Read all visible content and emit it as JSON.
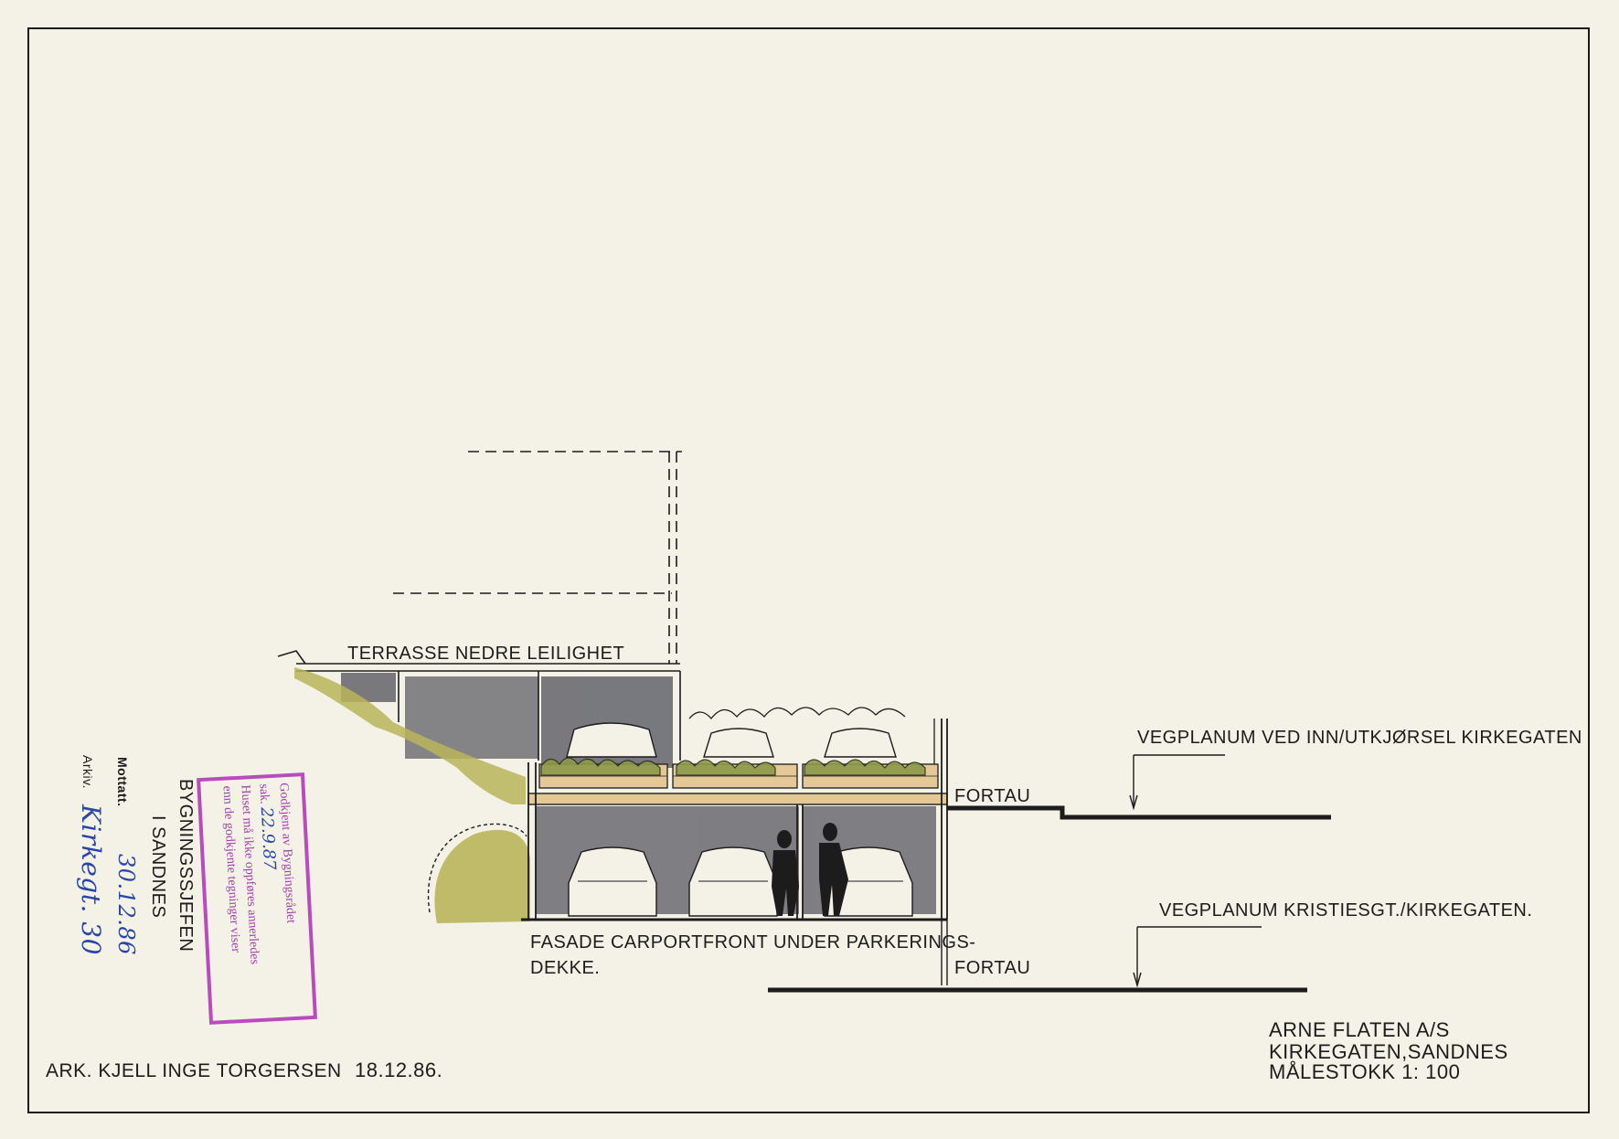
{
  "drawing": {
    "terrace_label": "TERRASSE NEDRE LEILIGHET",
    "road_label_upper": "VEGPLANUM VED INN/UTKJØRSEL KIRKEGATEN",
    "road_label_lower": "VEGPLANUM KRISTIESGT./KIRKEGATEN.",
    "sidewalk_upper": "FORTAU",
    "sidewalk_lower": "FORTAU",
    "facade_line1": "FASADE CARPORTFRONT UNDER PARKERINGS-",
    "facade_line2": "DEKKE."
  },
  "title_block": {
    "client_line1": "ARNE  FLATEN  A/S",
    "client_line2": "KIRKEGATEN,SANDNES",
    "scale": "MÅLESTOKK 1: 100",
    "architect": "ARK. KJELL INGE TORGERSEN",
    "date": "18.12.86."
  },
  "authority": {
    "line1": "BYGNINGSSJEFEN",
    "line2": "I SANDNES",
    "received_label": "Mottatt.",
    "received_value": "30.12.86",
    "archive_label": "Arkiv.",
    "archive_value": "Kirkegt. 30"
  },
  "stamp": {
    "line1": "Godkjent av Bygningsrådet",
    "line2": "sak.",
    "line2_value": "22.9.87",
    "line3": "Huset må ikke oppføres annerledes",
    "line4": "enn de godkjente tegninger viser"
  },
  "colors": {
    "paper": "#f4f1e6",
    "ink": "#1c1c1c",
    "wash_grey": "#5d5e66",
    "wash_olive": "#b9b55a",
    "timber": "#e4c997",
    "stamp": "#b94bbd",
    "handwriting": "#2946a6"
  }
}
